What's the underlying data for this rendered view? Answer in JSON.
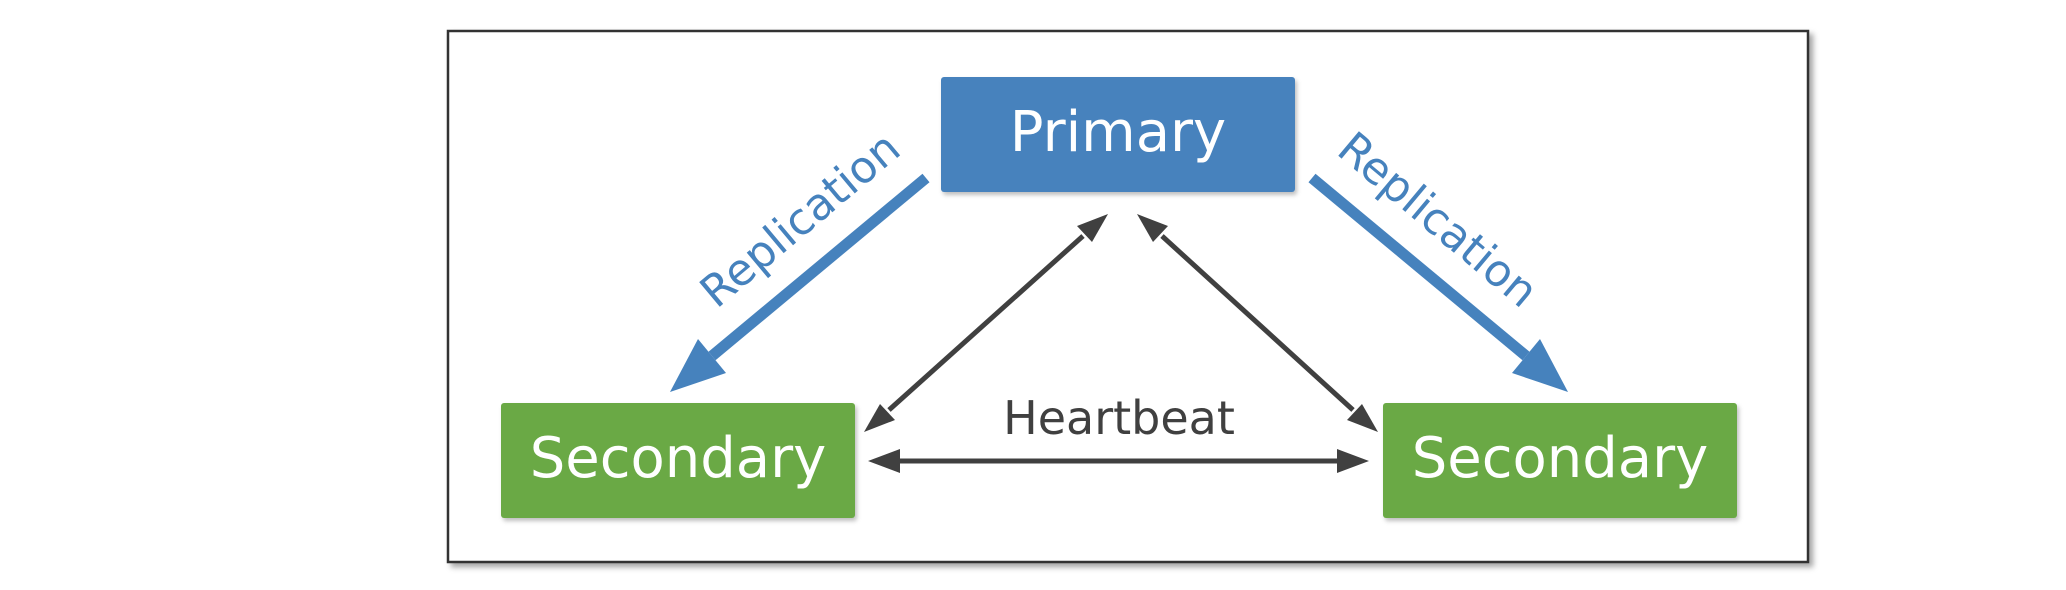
{
  "diagram": {
    "nodes": {
      "primary": {
        "label": "Primary"
      },
      "secondary_left": {
        "label": "Secondary"
      },
      "secondary_right": {
        "label": "Secondary"
      }
    },
    "edges": {
      "replication_left": {
        "label": "Replication",
        "from": "Primary",
        "to": "Secondary (left)"
      },
      "replication_right": {
        "label": "Replication",
        "from": "Primary",
        "to": "Secondary (right)"
      },
      "heartbeat": {
        "label": "Heartbeat"
      }
    },
    "colors": {
      "primary_fill": "#4682bd",
      "secondary_fill": "#6aa944",
      "replication": "#4682bd",
      "heartbeat": "#404040",
      "frame_border": "#333333"
    }
  }
}
